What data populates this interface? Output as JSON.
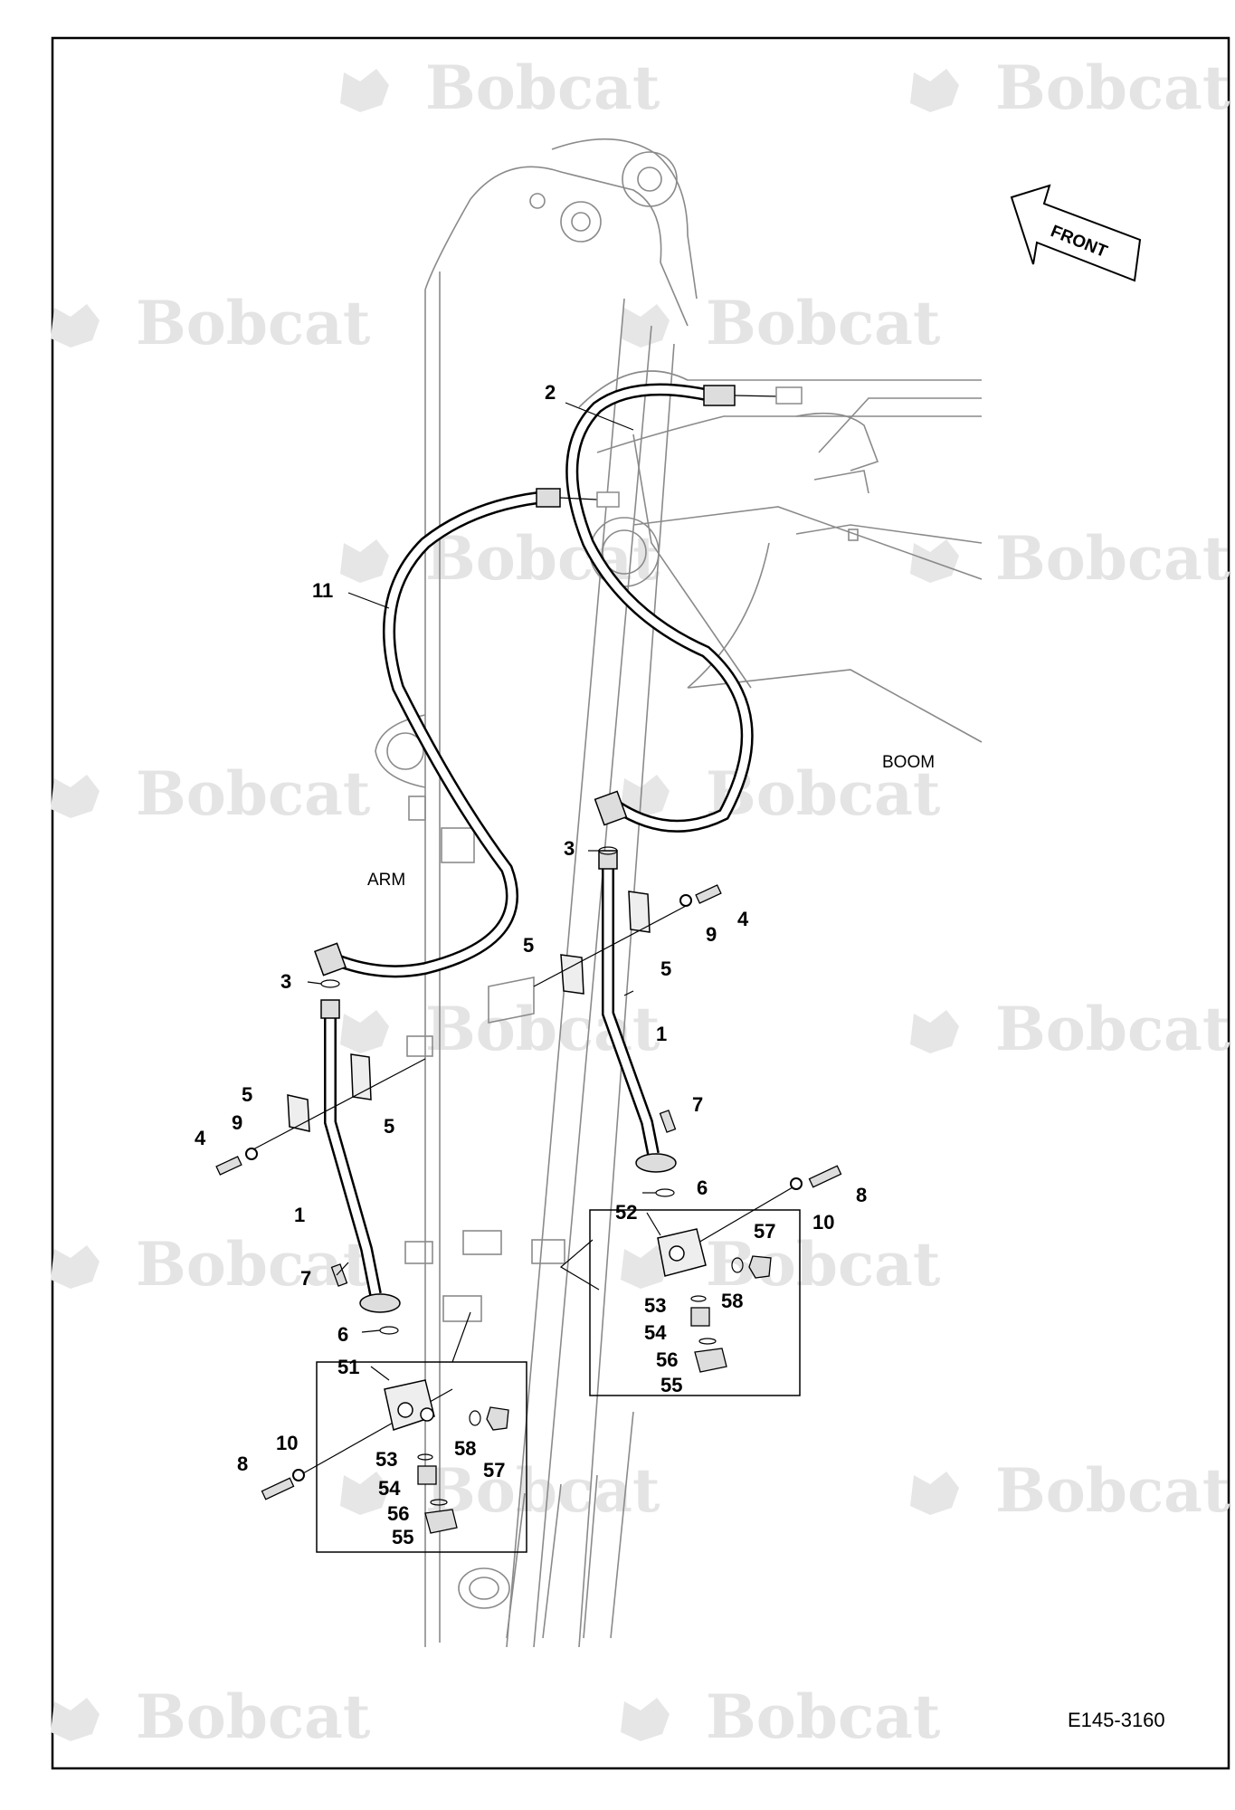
{
  "watermark": {
    "text": "Bobcat",
    "mark": "®"
  },
  "arrow": {
    "label": "FRONT"
  },
  "tags": {
    "boom": "BOOM",
    "arm": "ARM"
  },
  "reference": "E145-3160",
  "callouts": [
    {
      "id": "c1",
      "text": "2"
    },
    {
      "id": "c2",
      "text": "11"
    },
    {
      "id": "c3",
      "text": "3"
    },
    {
      "id": "c4",
      "text": "4"
    },
    {
      "id": "c5",
      "text": "9"
    },
    {
      "id": "c6",
      "text": "5"
    },
    {
      "id": "c7",
      "text": "5"
    },
    {
      "id": "c8",
      "text": "1"
    },
    {
      "id": "c9",
      "text": "7"
    },
    {
      "id": "c10",
      "text": "6"
    },
    {
      "id": "c11",
      "text": "8"
    },
    {
      "id": "c12",
      "text": "10"
    },
    {
      "id": "c13",
      "text": "52"
    },
    {
      "id": "c14",
      "text": "57"
    },
    {
      "id": "c15",
      "text": "53"
    },
    {
      "id": "c16",
      "text": "58"
    },
    {
      "id": "c17",
      "text": "54"
    },
    {
      "id": "c18",
      "text": "56"
    },
    {
      "id": "c19",
      "text": "55"
    },
    {
      "id": "c20",
      "text": "3"
    },
    {
      "id": "c21",
      "text": "5"
    },
    {
      "id": "c22",
      "text": "5"
    },
    {
      "id": "c23",
      "text": "9"
    },
    {
      "id": "c24",
      "text": "4"
    },
    {
      "id": "c25",
      "text": "1"
    },
    {
      "id": "c26",
      "text": "7"
    },
    {
      "id": "c27",
      "text": "6"
    },
    {
      "id": "c28",
      "text": "51"
    },
    {
      "id": "c29",
      "text": "10"
    },
    {
      "id": "c30",
      "text": "8"
    },
    {
      "id": "c31",
      "text": "53"
    },
    {
      "id": "c32",
      "text": "58"
    },
    {
      "id": "c33",
      "text": "57"
    },
    {
      "id": "c34",
      "text": "54"
    },
    {
      "id": "c35",
      "text": "56"
    },
    {
      "id": "c36",
      "text": "55"
    }
  ]
}
